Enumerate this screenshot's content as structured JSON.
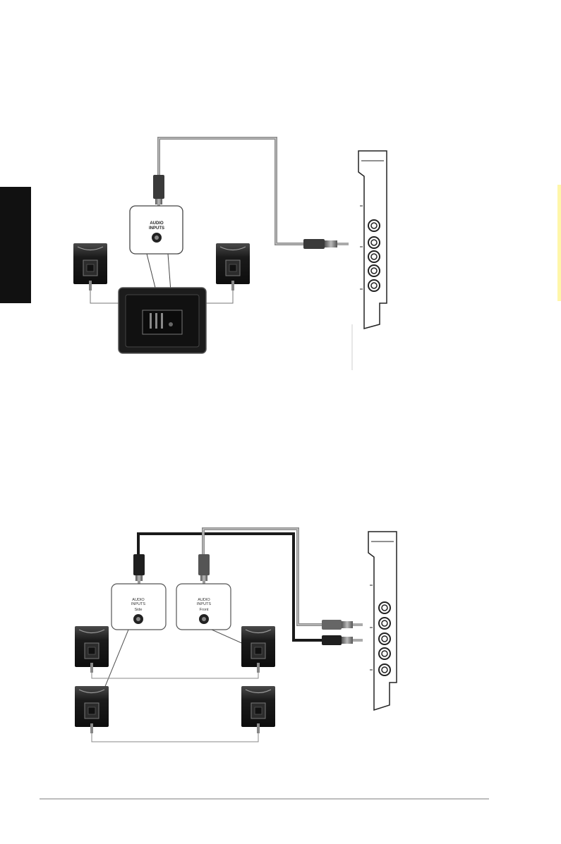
{
  "diagram_top": {
    "panel_label_line1": "AUDIO",
    "panel_label_line2": "INPUTS"
  },
  "diagram_bottom": {
    "side_panel_line1": "AUDIO",
    "side_panel_line2": "INPUTS",
    "side_panel_name": "Side",
    "front_panel_line1": "AUDIO",
    "front_panel_line2": "INPUTS",
    "front_panel_name": "Front"
  },
  "colors": {
    "side_tab": "#111111",
    "speaker": "#1c1c1c",
    "cable_gray": "#8a8a8a",
    "cable_black": "#1a1a1a"
  },
  "icons": [
    "speaker-icon",
    "audio-card-bracket-icon",
    "audio-jack-plug-icon",
    "subwoofer-icon"
  ]
}
